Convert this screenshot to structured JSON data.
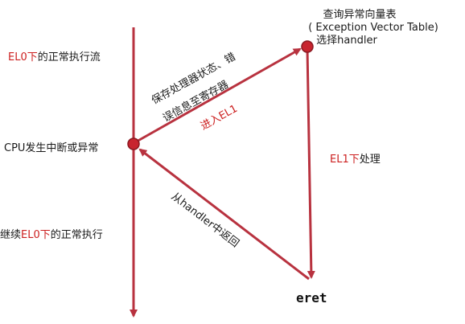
{
  "colors": {
    "arrow": "#b8323f",
    "node": "#c8242f",
    "node_stroke": "#8a1a22",
    "accent_text": "#cc1f1f",
    "text": "#1a1a1a"
  },
  "left_flow": {
    "normal_prefix": "EL0下",
    "normal_suffix": "的正常执行流",
    "event": "CPU发生中断或异常",
    "resume_lead": "继续",
    "resume_accent": "EL0下",
    "resume_tail": "的正常执行"
  },
  "entry_arrow": {
    "line1": "保存处理器状态、错",
    "line2": "误信息至寄存器",
    "accent": "进入EL1"
  },
  "vector_table": {
    "line1": "查询异常向量表",
    "line2": "( Exception Vector Table)",
    "line3": "选择handler"
  },
  "handler": {
    "accent": "EL1下",
    "tail": "处理"
  },
  "return_arrow": {
    "label": "从handler中返回"
  },
  "eret": {
    "label": "eret"
  }
}
